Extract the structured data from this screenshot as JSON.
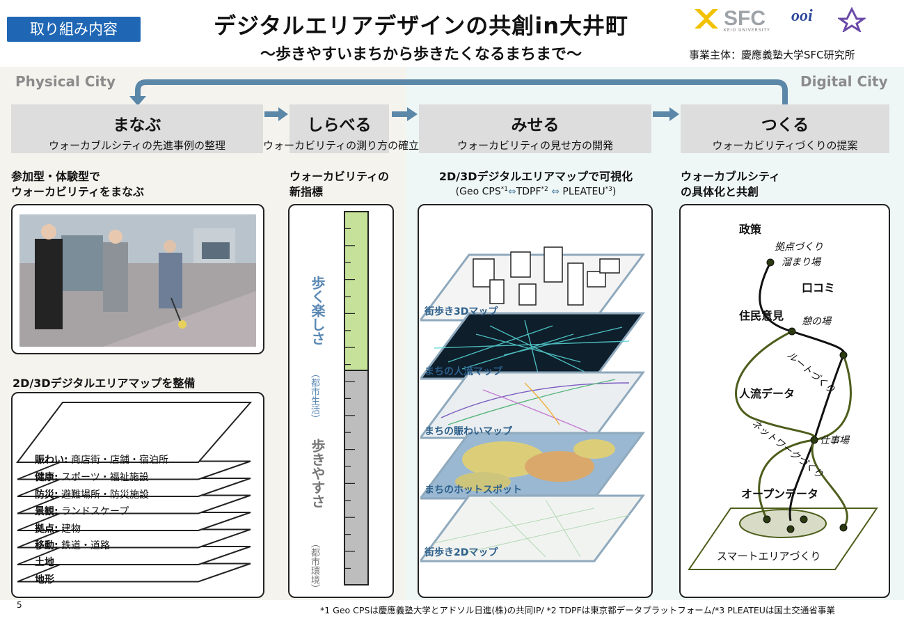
{
  "header": {
    "tag": "取り組み内容",
    "title": "デジタルエリアデザインの共創in大井町",
    "subtitle": "〜歩きやすいまちから歩きたくなるまちまで〜",
    "sponsor": "事業主体：慶應義塾大学SFC研究所",
    "logo_sfc": "SFC",
    "logo_sfc_sub": "KEIO UNIVERSITY",
    "logo_ooi": "ooi"
  },
  "zones": {
    "physical": "Physical City",
    "digital": "Digital City"
  },
  "stages": [
    {
      "title": "まなぶ",
      "sub": "ウォーカブルシティの先進事例の整理"
    },
    {
      "title": "しらべる",
      "sub": "ウォーカビリティの測り方の確立"
    },
    {
      "title": "みせる",
      "sub": "ウォーカビリティの見せ方の開発"
    },
    {
      "title": "つくる",
      "sub": "ウォーカビリティづくりの提案"
    }
  ],
  "col1": {
    "heading1": "参加型・体験型で",
    "heading2": "ウォーカビリティをまなぶ",
    "layers_title": "2D/3Dデジタルエリアマップを整備",
    "layers": [
      {
        "key": "賑わい:",
        "val": " 商店街・店舗・宿泊所"
      },
      {
        "key": "健康:",
        "val": " スポーツ・福祉施設"
      },
      {
        "key": "防災:",
        "val": " 避難場所・防災施設"
      },
      {
        "key": "景観:",
        "val": " ランドスケープ"
      },
      {
        "key": "拠点:",
        "val": " 建物"
      },
      {
        "key": "移動:",
        "val": " 鉄道・道路"
      },
      {
        "key": "土地",
        "val": ""
      },
      {
        "key": "地形",
        "val": ""
      }
    ]
  },
  "col2": {
    "heading1": "ウォーカビリティの",
    "heading2": "新指標",
    "upper_main": "歩く楽しさ",
    "upper_sub": "（都市生活）",
    "lower_main": "歩きやすさ",
    "lower_sub": "（都市環境）"
  },
  "col3": {
    "heading": "2D/3Dデジタルエリアマップで可視化",
    "sub_a": "(Geo CPS",
    "sup1": "*1",
    "sub_b": "TDPF",
    "sup2": "*2",
    "sub_c": " PLEATEU",
    "sup3": "*3",
    "sub_d": ")",
    "maps": [
      "街歩き3Dマップ",
      "まちの人流マップ",
      "まちの賑わいマップ",
      "まちのホットスポット",
      "街歩き2Dマップ"
    ]
  },
  "col4": {
    "heading1": "ウォーカブルシティ",
    "heading2": "の具体化と共創",
    "nodes": {
      "policy": "政策",
      "kuchikomi": "口コミ",
      "resident": "住民意見",
      "flow": "人流データ",
      "open": "オープンデータ",
      "smart": "スマートエリアづくり"
    },
    "places": {
      "base1": "拠点づくり",
      "base2": "溜まり場",
      "ikoi": "憩の場",
      "route": "ルートづくり",
      "work": "仕事場",
      "network": "ネットワークづくり"
    }
  },
  "footnote": "*1 Geo CPSは慶應義塾大学とアドソル日進(株)の共同IP/ *2 TDPFは東京都データプラットフォーム/*3 PLEATEUは国土交通省事業",
  "page_number": "5",
  "colors": {
    "tag": "#1f67b5",
    "arrow": "#5b87a8",
    "gauge_green": "#c6e29a",
    "gauge_gray": "#bdbdbd",
    "path_olive": "#4d5e1c"
  }
}
